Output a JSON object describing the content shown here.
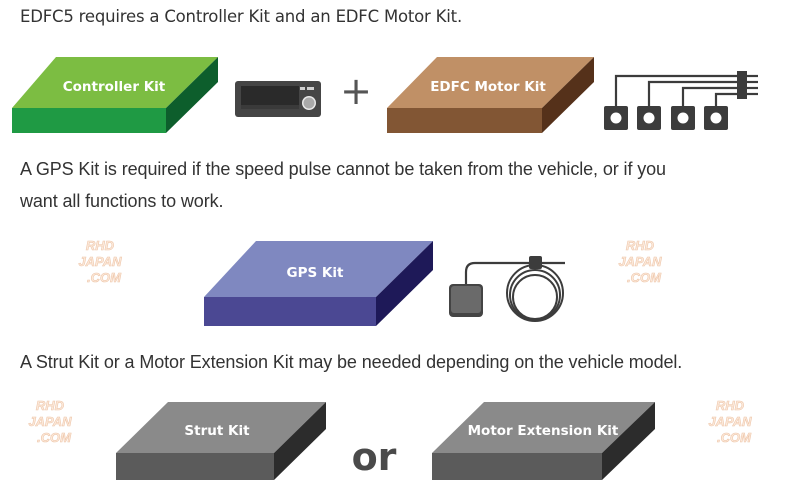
{
  "captions": {
    "line1": "EDFC5 requires a Controller Kit and an EDFC Motor Kit.",
    "line2a": "A GPS Kit is required if the speed pulse cannot be taken from the vehicle, or if you",
    "line2b": "want all functions to work.",
    "line3": "A Strut Kit or a Motor Extension Kit may be needed depending on the vehicle model."
  },
  "kits": {
    "controller": {
      "label": "Controller Kit",
      "top": "#7cbd42",
      "front": "#1f9a44",
      "side": "#0d5e2c"
    },
    "motor": {
      "label": "EDFC Motor Kit",
      "top": "#c09066",
      "front": "#825634",
      "side": "#55311a"
    },
    "gps": {
      "label": "GPS Kit",
      "top": "#7f88c0",
      "front": "#4b4893",
      "side": "#1e1958"
    },
    "strut": {
      "label": "Strut Kit",
      "top": "#8a8a8a",
      "front": "#5b5b5b",
      "side": "#2c2c2c"
    },
    "extension": {
      "label": "Motor Extension Kit",
      "top": "#8a8a8a",
      "front": "#5b5b5b",
      "side": "#2c2c2c"
    }
  },
  "symbols": {
    "plus": "+",
    "or": "or"
  },
  "watermark": {
    "line1": "RHD",
    "line2": "JAPAN",
    "line3": ".COM"
  },
  "icons": {
    "controller_unit": "controller-display-icon",
    "motor_actuators": "motor-actuator-harness-icon",
    "gps_antenna": "gps-antenna-icon"
  }
}
